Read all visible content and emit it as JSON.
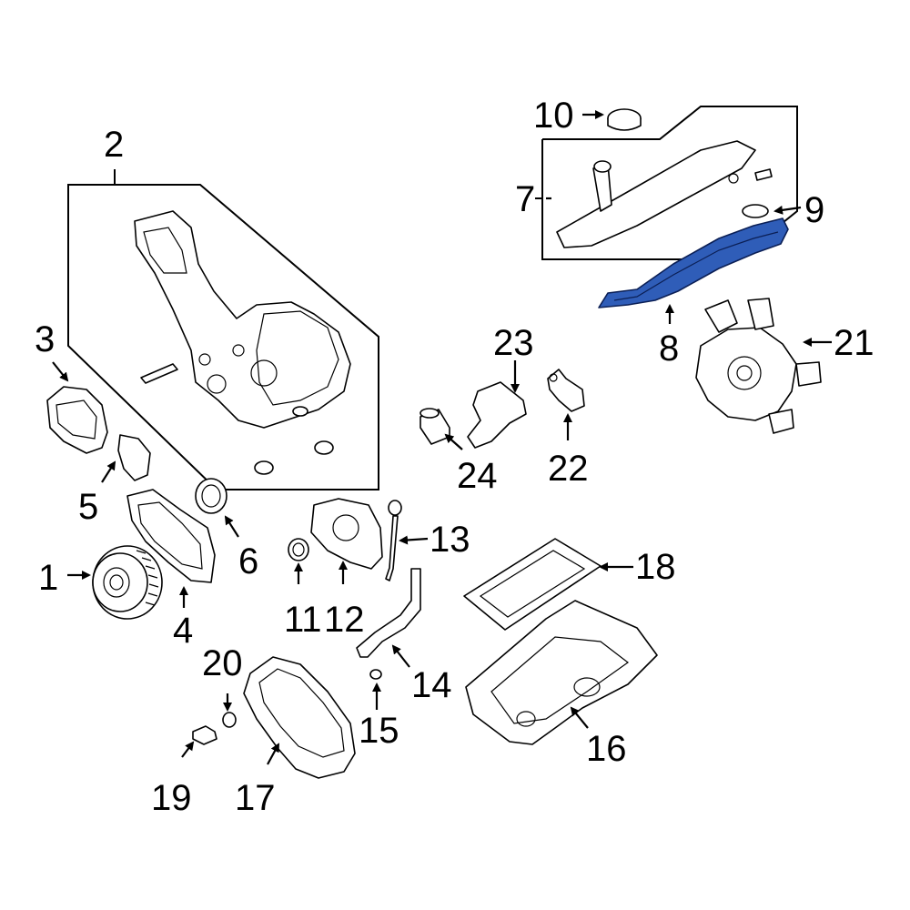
{
  "diagram": {
    "highlight_color": "#2f5db8",
    "callouts": [
      {
        "id": "p1",
        "label": "1"
      },
      {
        "id": "p2",
        "label": "2"
      },
      {
        "id": "p3",
        "label": "3"
      },
      {
        "id": "p4",
        "label": "4"
      },
      {
        "id": "p5",
        "label": "5"
      },
      {
        "id": "p6",
        "label": "6"
      },
      {
        "id": "p7",
        "label": "7"
      },
      {
        "id": "p8",
        "label": "8"
      },
      {
        "id": "p9",
        "label": "9"
      },
      {
        "id": "p10",
        "label": "10"
      },
      {
        "id": "p11",
        "label": "11"
      },
      {
        "id": "p12",
        "label": "12"
      },
      {
        "id": "p13",
        "label": "13"
      },
      {
        "id": "p14",
        "label": "14"
      },
      {
        "id": "p15",
        "label": "15"
      },
      {
        "id": "p16",
        "label": "16"
      },
      {
        "id": "p17",
        "label": "17"
      },
      {
        "id": "p18",
        "label": "18"
      },
      {
        "id": "p19",
        "label": "19"
      },
      {
        "id": "p20",
        "label": "20"
      },
      {
        "id": "p21",
        "label": "21"
      },
      {
        "id": "p22",
        "label": "22"
      },
      {
        "id": "p23",
        "label": "23"
      },
      {
        "id": "p24",
        "label": "24"
      }
    ]
  }
}
